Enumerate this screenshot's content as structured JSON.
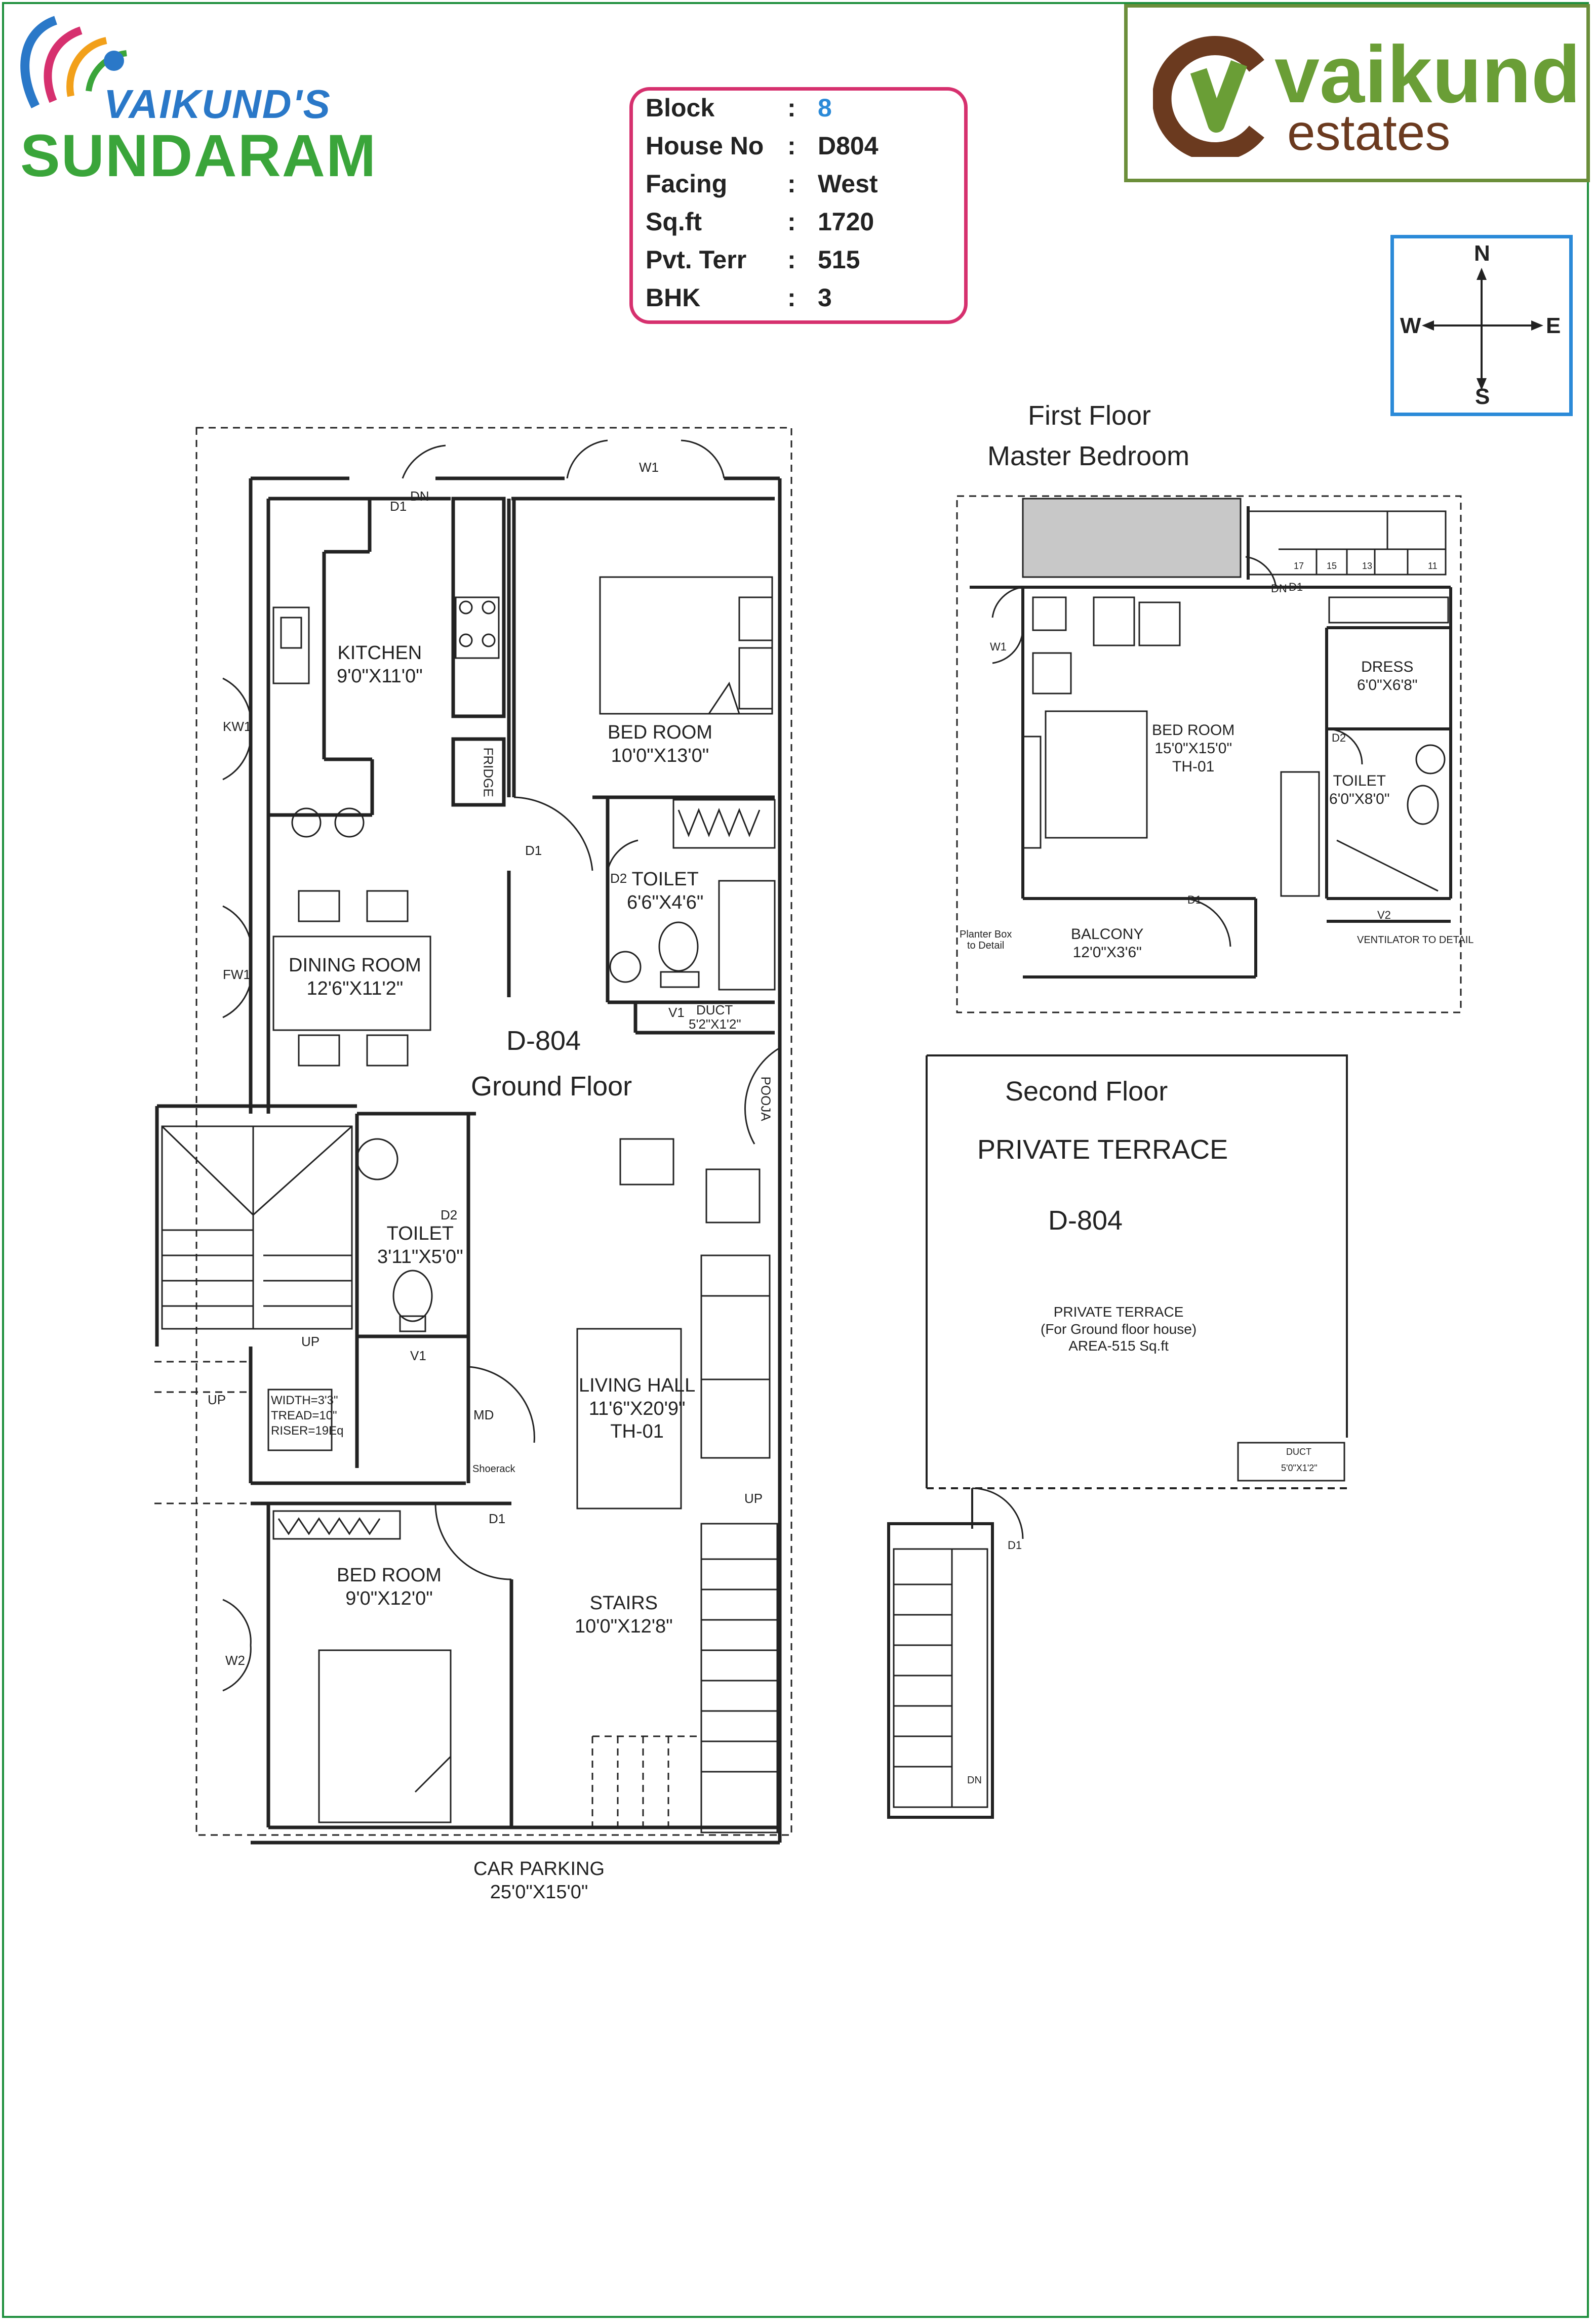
{
  "brand": {
    "left_line1": "VAIKUND'S",
    "left_line2": "SUNDARAM",
    "right_line1": "vaikund",
    "right_line2": "estates",
    "colors": {
      "frame": "#1d8f3c",
      "info_border": "#d6306e",
      "compass_border": "#2b8ad8",
      "vaikund_green": "#6a9e36",
      "vaikund_brown": "#6b3a1f",
      "sundaram_green": "#3aa53a",
      "vaikunds_blue": "#2a78c8"
    }
  },
  "info": [
    {
      "key": "Block",
      "value": "8"
    },
    {
      "key": "House No",
      "value": "D804"
    },
    {
      "key": "Facing",
      "value": "West"
    },
    {
      "key": "Sq.ft",
      "value": "1720"
    },
    {
      "key": "Pvt. Terr",
      "value": "515"
    },
    {
      "key": "BHK",
      "value": "3"
    }
  ],
  "info_separator": ":",
  "compass": {
    "n": "N",
    "s": "S",
    "e": "E",
    "w": "W"
  },
  "ground_floor": {
    "unit": "D-804",
    "title": "Ground Floor",
    "rooms": {
      "kitchen": {
        "name": "KITCHEN",
        "size": "9'0\"X11'0\""
      },
      "bedroom1": {
        "name": "BED ROOM",
        "size": "10'0\"X13'0\""
      },
      "toilet1": {
        "name": "TOILET",
        "size": "6'6\"X4'6\""
      },
      "dining": {
        "name": "DINING ROOM",
        "size": "12'6\"X11'2\""
      },
      "toilet2": {
        "name": "TOILET",
        "size": "3'11\"X5'0\""
      },
      "living": {
        "name": "LIVING HALL",
        "size": "11'6\"X20'9\"",
        "extra": "TH-01"
      },
      "bedroom2": {
        "name": "BED ROOM",
        "size": "9'0\"X12'0\""
      },
      "stairs": {
        "name": "STAIRS",
        "size": "10'0\"X12'8\""
      },
      "car_parking": {
        "name": "CAR PARKING",
        "size": "25'0\"X15'0\""
      }
    },
    "tags": {
      "d1_top": "D1",
      "dn_top": "DN",
      "w1_top": "W1",
      "fridge": "FRIDGE",
      "kw1": "KW1",
      "fw1": "FW1",
      "d1_bed": "D1",
      "d2_toilet": "D2",
      "v1": "V1",
      "duct": "DUCT",
      "duct_size": "5'2\"X1'2\"",
      "pooja": "POOJA",
      "d2_toilet2": "D2",
      "v1_2": "V1",
      "up_stair": "UP",
      "up_left": "UP",
      "stair_spec": [
        "WIDTH=3'3\"",
        "TREAD=10\"",
        "RISER=19Eq"
      ],
      "md": "MD",
      "shoerack": "Shoerack",
      "d1_bed2": "D1",
      "w2": "W2",
      "up_stairs": "UP"
    }
  },
  "first_floor": {
    "title1": "First Floor",
    "title2": "Master Bedroom",
    "rooms": {
      "bedroom": {
        "name": "BED ROOM",
        "size": "15'0\"X15'0\"",
        "extra": "TH-01"
      },
      "dress": {
        "name": "DRESS",
        "size": "6'0\"X6'8\""
      },
      "toilet": {
        "name": "TOILET",
        "size": "6'0\"X8'0\""
      },
      "balcony": {
        "name": "BALCONY",
        "size": "12'0\"X3'6\""
      }
    },
    "tags": {
      "dn": "DN",
      "d1": "D1",
      "d2": "D2",
      "w1": "W1",
      "d1_bal": "D1",
      "planter": [
        "Planter Box",
        "to Detail"
      ],
      "v2": "V2",
      "ventilator": "VENTILATOR TO DETAIL",
      "steps": [
        "17",
        "15",
        "13",
        "11"
      ]
    }
  },
  "second_floor": {
    "title": "Second Floor",
    "subtitle": "PRIVATE TERRACE",
    "unit": "D-804",
    "note": [
      "PRIVATE TERRACE",
      "(For Ground floor house)",
      "AREA-515 Sq.ft"
    ],
    "tags": {
      "duct": "DUCT",
      "duct_size": "5'0\"X1'2\"",
      "d1": "D1",
      "dn": "DN"
    }
  }
}
